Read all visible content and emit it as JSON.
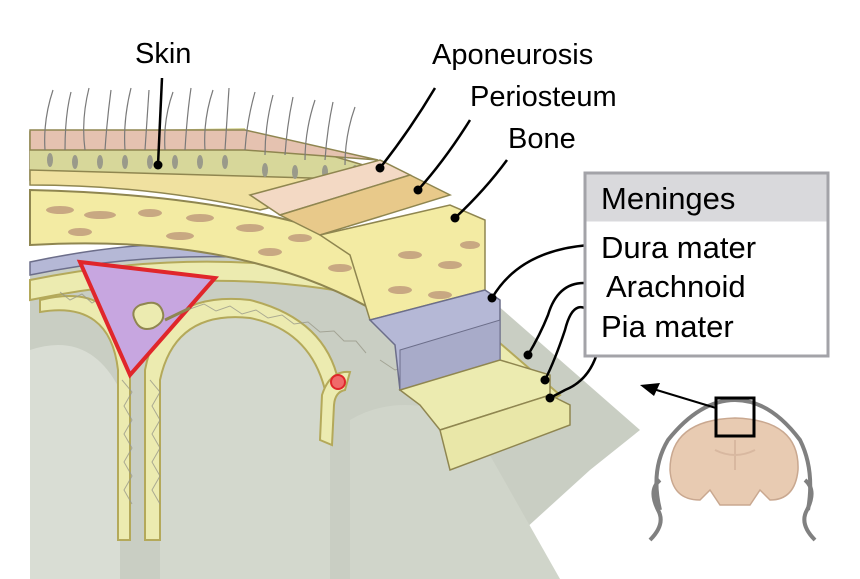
{
  "labels": {
    "skin": "Skin",
    "aponeurosis": "Aponeurosis",
    "periosteum": "Periosteum",
    "bone": "Bone"
  },
  "meninges": {
    "title": "Meninges",
    "dura": "Dura mater",
    "arachnoid": "Arachnoid",
    "pia": "Pia mater"
  },
  "colors": {
    "skin_top": "#e5c2b0",
    "skin_front": "#d8b4a0",
    "fat_layer": "#d7d79a",
    "aponeurosis": "#f3d9c4",
    "periosteum": "#e8c98a",
    "bone": "#f3eba3",
    "bone_spots": "#c8a882",
    "dura": "#b5b8d6",
    "arachnoid": "#ecebb0",
    "pia": "#e9e7a8",
    "brain": "#c9cec3",
    "sinus": "#c7a6e0",
    "sinus_border": "#e0262b",
    "box_header": "#d9d9dc",
    "box_border": "#a3a3a8",
    "mini_brain": "#e8cbb2"
  }
}
